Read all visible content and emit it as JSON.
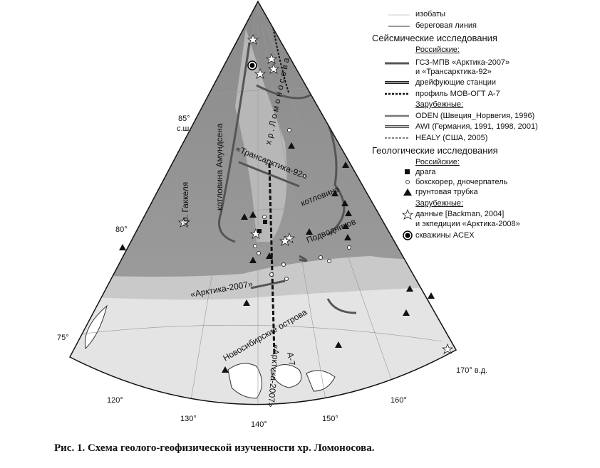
{
  "legend": {
    "isobaths": "изобаты",
    "coastline": "береговая линия",
    "seismic_title": "Сейсмические исследования",
    "seismic_russian": "Российские:",
    "gsz_line1": "ГСЗ-МПВ «Арктика-2007»",
    "gsz_line2": "и «Трансарктика-92»",
    "drifting": "дрейфующие станции",
    "mov_profile": "профиль МОВ-ОГТ А-7",
    "seismic_foreign": "Зарубежные:",
    "oden": "ODEN (Швеция_Норвегия, 1996)",
    "awi": "AWI (Германия, 1991, 1998, 2001)",
    "healy": "HEALY (США, 2005)",
    "geo_title": "Геологические исследования",
    "geo_russian": "Российские:",
    "dredge": "драга",
    "boxcorer": "бокскорер, дночерпатель",
    "gravity_core": "грунтовая трубка",
    "geo_foreign": "Зарубежные:",
    "backman_line1": "данные [Backman, 2004]",
    "backman_line2": "и экпедиции «Арктика-2008»",
    "acex": "скважины ACEX"
  },
  "map_labels": {
    "gakkel": "хр. Гаккеля",
    "amundsen": "котловина Амундсена",
    "lomonosov": "х р .   Л о м о н о с о в а",
    "transarktika": "«Трансарктика-92»",
    "podvodnikov1": "котловина",
    "podvodnikov2": "Подводников",
    "arktika2007_h": "«Арктика-2007»",
    "arktika2007_v": "«Арктика-2007»",
    "novosib": "Новосибирские острова",
    "a7": "А-7"
  },
  "axes": {
    "lat85": "85°",
    "lat85_unit": "с.ш.",
    "lat80": "80°",
    "lat75": "75°",
    "lon120": "120°",
    "lon130": "130°",
    "lon140": "140°",
    "lon150": "150°",
    "lon160": "160°",
    "lon170": "170° в.д."
  },
  "caption": "Рис. 1. Схема геолого-геофизической изученности хр. Ломоносова."
}
